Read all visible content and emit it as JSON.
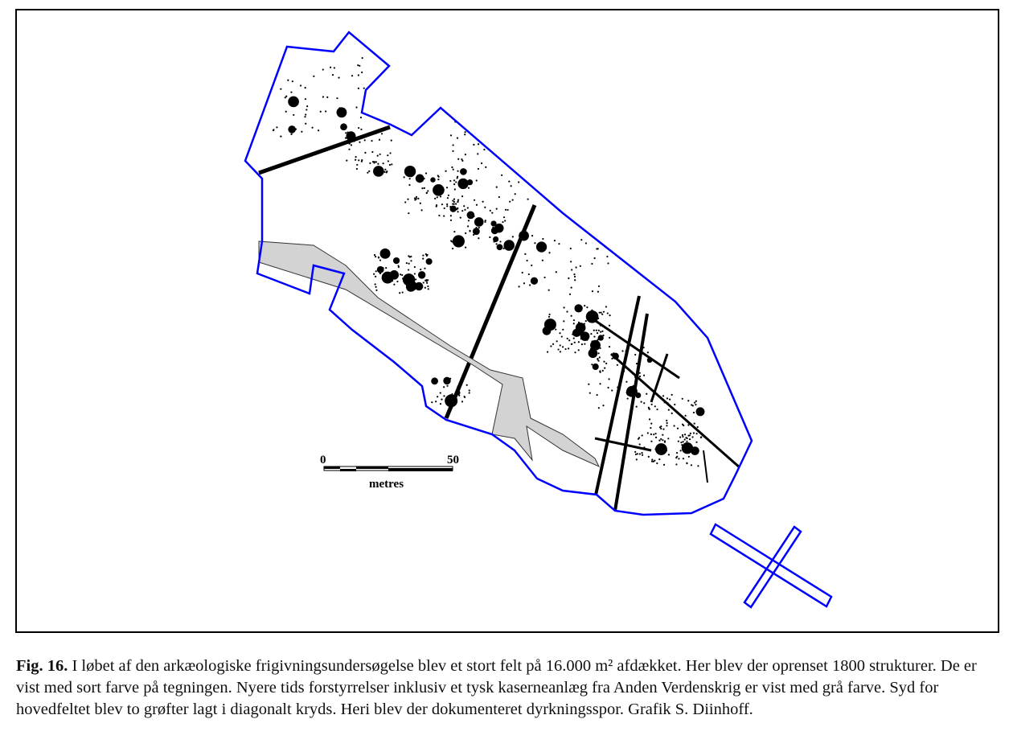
{
  "figure": {
    "scale_bar": {
      "start_label": "0",
      "end_label": "50",
      "unit_label": "metres"
    },
    "colors": {
      "excavation_outline": "#0000ff",
      "modern_disturbance": "#d3d3d3",
      "structures": "#000000"
    }
  },
  "caption": {
    "label": "Fig. 16.",
    "text": " I løbet af den arkæologiske frigivningsundersøgelse blev et stort felt på 16.000 m² afdækket. Her blev der oprenset 1800 strukturer. De er vist med sort farve på tegningen. Nyere tids forstyrrelser inklusiv et tysk kaserneanlæg fra Anden Verdenskrig er vist med grå farve. Syd for hovedfeltet blev to grøfter lagt i diagonalt kryds. Heri blev der dokumenteret dyrkningsspor. Grafik S. Diinhoff."
  }
}
